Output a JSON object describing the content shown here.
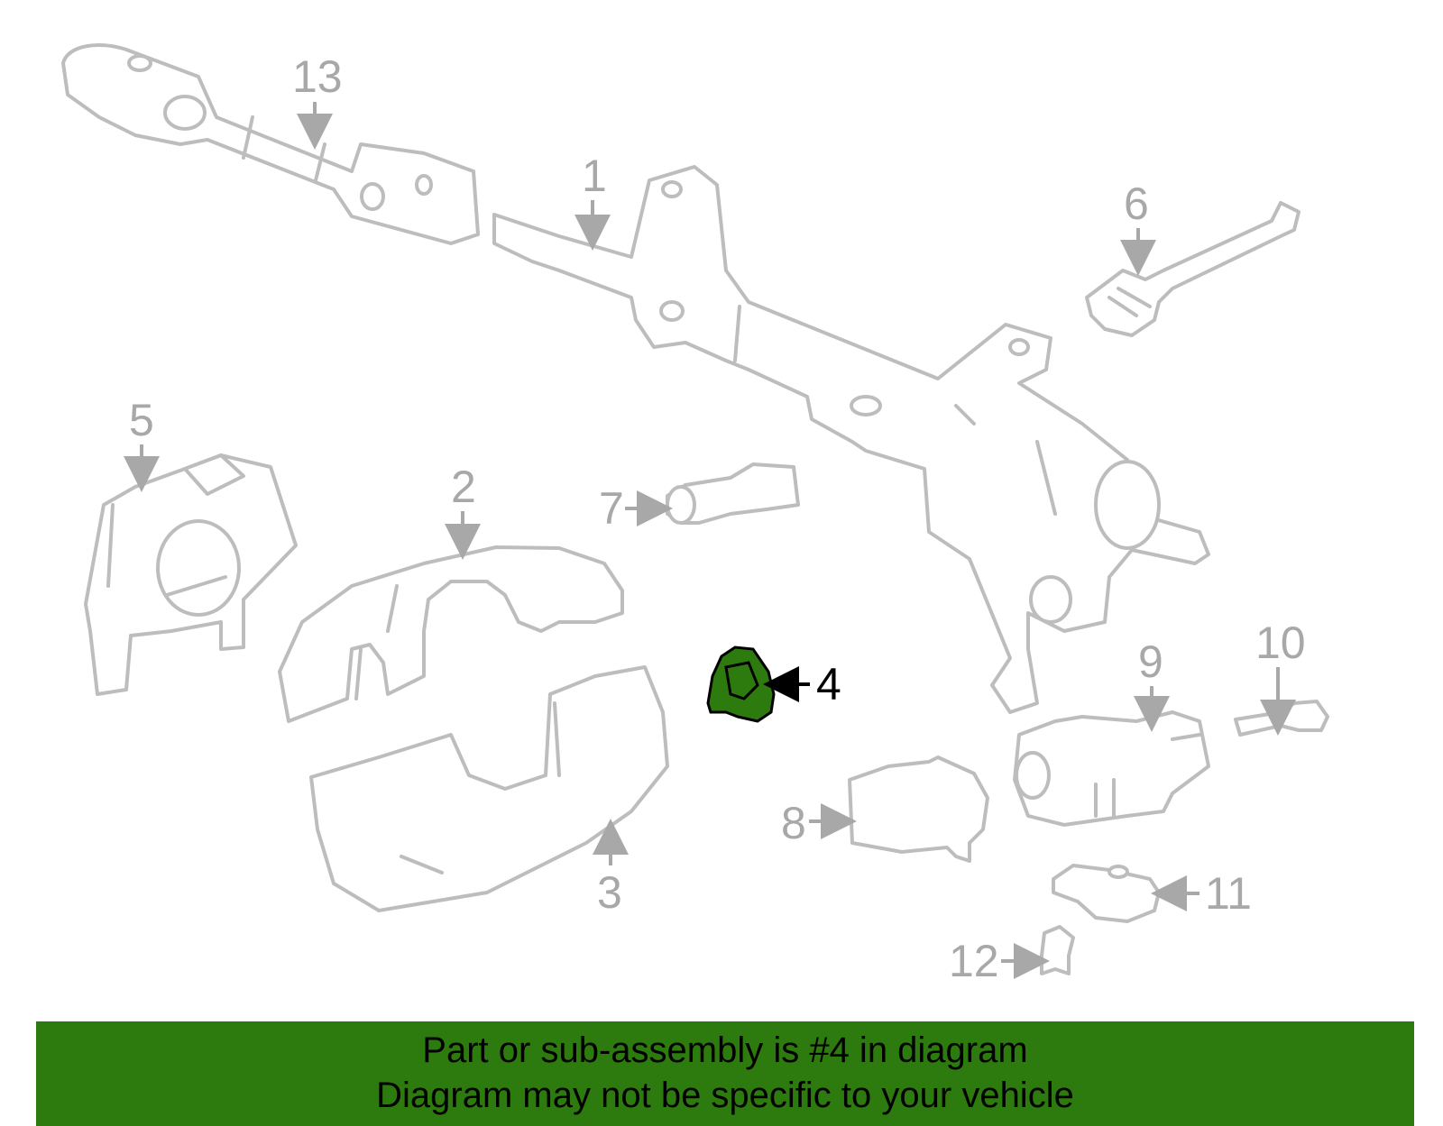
{
  "highlight_color": "#2d7a0f",
  "highlighted_part": "4",
  "callouts": {
    "c1": "1",
    "c2": "2",
    "c3": "3",
    "c4": "4",
    "c5": "5",
    "c6": "6",
    "c7": "7",
    "c8": "8",
    "c9": "9",
    "c10": "10",
    "c11": "11",
    "c12": "12",
    "c13": "13"
  },
  "banner": {
    "line1": "Part or sub-assembly is #4 in diagram",
    "line2": "Diagram may not be specific to your vehicle"
  }
}
